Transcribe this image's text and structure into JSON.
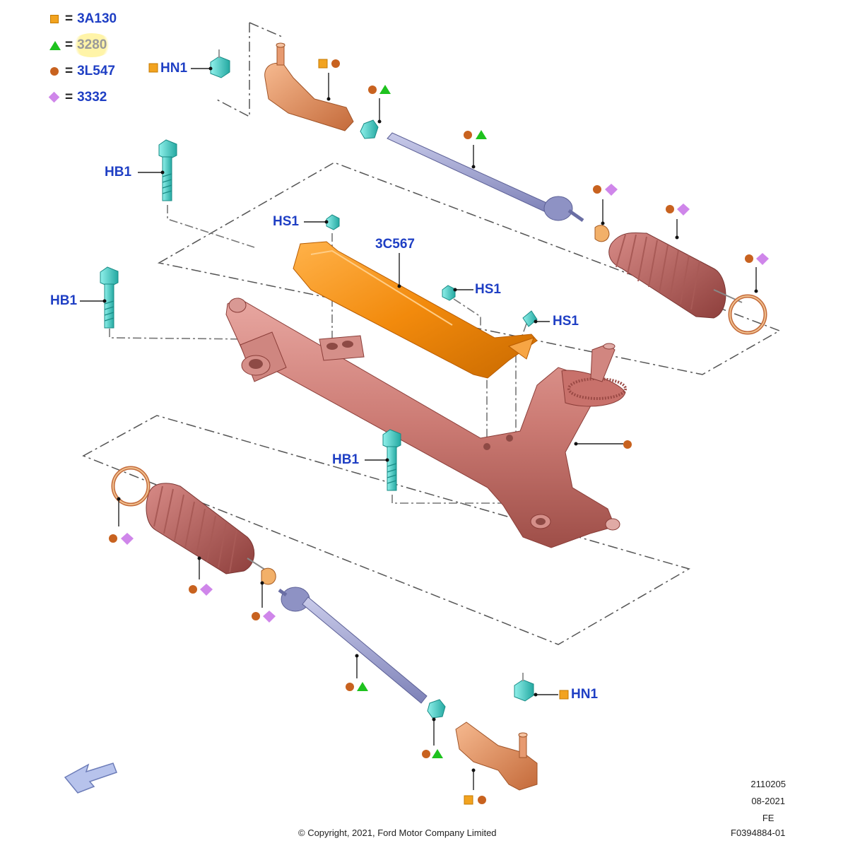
{
  "legend": [
    {
      "icon": "orange-square-icon",
      "eq": "=",
      "code": "3A130"
    },
    {
      "icon": "green-triangle-icon",
      "eq": "=",
      "code": "3280"
    },
    {
      "icon": "brown-circle-icon",
      "eq": "=",
      "code": "3L547"
    },
    {
      "icon": "purple-diamond-icon",
      "eq": "=",
      "code": "3332"
    }
  ],
  "labels": {
    "hn1_top": "HN1",
    "hb1_upper": "HB1",
    "hb1_left": "HB1",
    "hb1_lower": "HB1",
    "hs1_left": "HS1",
    "hs1_mid": "HS1",
    "hs1_right": "HS1",
    "heat_shield": "3C567",
    "hn1_bottom": "HN1"
  },
  "footer": {
    "copyright": "© Copyright, 2021, Ford Motor Company Limited",
    "code1": "2110205",
    "date": "08-2021",
    "region": "FE",
    "figure_id": "F0394884-01"
  },
  "colors": {
    "label_blue": "#1f3fc4",
    "legend_square": "#f2a31f",
    "legend_triangle": "#1ec21e",
    "legend_circle": "#c8621f",
    "legend_diamond": "#cf86ea",
    "rack": "#cf7e78",
    "heat_shield": "#f28a0c",
    "bolt": "#4fd6cf",
    "tie_rod": "#a9acd6",
    "tie_rod_end": "#e8996b"
  }
}
